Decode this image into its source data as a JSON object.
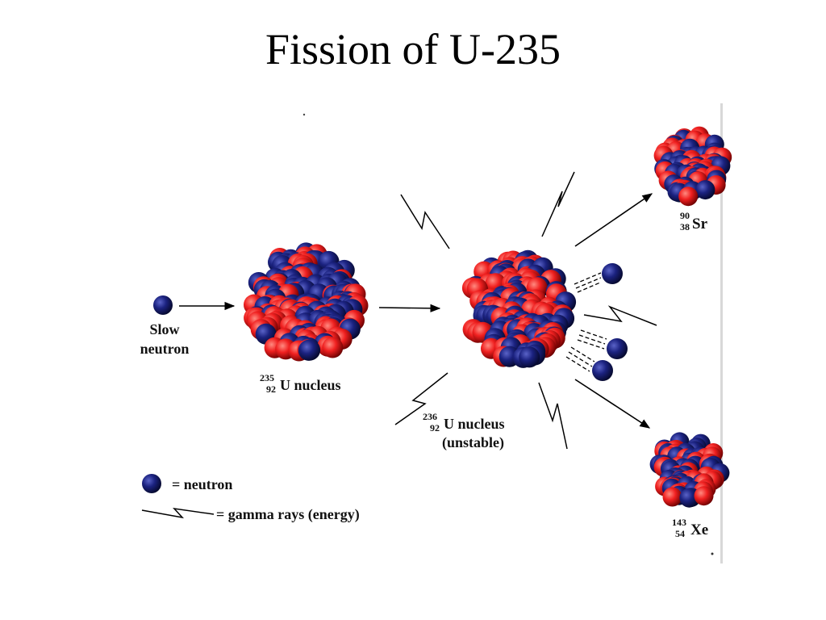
{
  "title": "Fission of U-235",
  "colors": {
    "neutron": "#141a6e",
    "proton": "#ee2222",
    "background": "#ffffff"
  },
  "labels": {
    "slow_neutron_1": "Slow",
    "slow_neutron_2": "neutron",
    "u235_mass": "235",
    "u235_atomic": "92",
    "u235_text": "U nucleus",
    "u236_mass": "236",
    "u236_atomic": "92",
    "u236_text": "U nucleus",
    "u236_state": "(unstable)",
    "sr_mass": "90",
    "sr_atomic": "38",
    "sr_symbol": "Sr",
    "xe_mass": "143",
    "xe_atomic": "54",
    "xe_symbol": "Xe"
  },
  "legend": {
    "neutron": "= neutron",
    "gamma": "= gamma rays (energy)"
  }
}
